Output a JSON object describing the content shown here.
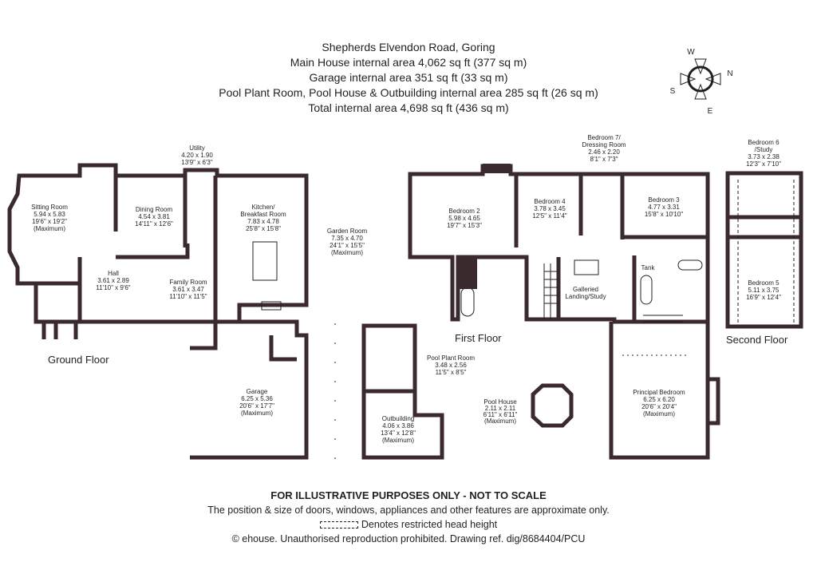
{
  "header": {
    "address": "Shepherds Elvendon Road, Goring",
    "main_area": "Main House internal area 4,062 sq ft (377 sq m)",
    "garage_area": "Garage internal area 351 sq ft (33 sq m)",
    "pool_area": "Pool Plant Room, Pool House & Outbuilding internal area 285 sq ft (26 sq m)",
    "total_area": "Total internal area 4,698 sq ft (436 sq m)"
  },
  "compass": {
    "w": "W",
    "n": "N",
    "s": "S",
    "e": "E"
  },
  "floors": {
    "ground": "Ground Floor",
    "first": "First Floor",
    "second": "Second Floor"
  },
  "rooms": {
    "sitting": [
      "Sitting Room",
      "5.94 x 5.83",
      "19'6\" x 19'2\"",
      "(Maximum)"
    ],
    "dining": [
      "Dining Room",
      "4.54 x 3.81",
      "14'11\" x 12'6\""
    ],
    "utility": [
      "Utility",
      "4.20 x 1.90",
      "13'9\" x 6'3\""
    ],
    "kitchen": [
      "Kitchen/",
      "Breakfast Room",
      "7.83 x 4.78",
      "25'8\" x 15'8\""
    ],
    "garden": [
      "Garden Room",
      "7.35 x 4.70",
      "24'1\" x 15'5\"",
      "(Maximum)"
    ],
    "hall": [
      "Hall",
      "3.61 x 2.89",
      "11'10\" x 9'6\""
    ],
    "family": [
      "Family Room",
      "3.61 x 3.47",
      "11'10\" x 11'5\""
    ],
    "garage": [
      "Garage",
      "6.25 x 5.36",
      "20'6\" x 17'7\"",
      "(Maximum)"
    ],
    "poolplant": [
      "Pool Plant Room",
      "3.48 x 2.56",
      "11'5\" x 8'5\""
    ],
    "outbuilding": [
      "Outbuilding",
      "4.06 x 3.86",
      "13'4\" x 12'8\"",
      "(Maximum)"
    ],
    "poolhouse": [
      "Pool House",
      "2.11 x 2.11",
      "6'11\" x 6'11\"",
      "(Maximum)"
    ],
    "bedroom2": [
      "Bedroom 2",
      "5.98 x 4.65",
      "19'7\" x 15'3\""
    ],
    "bedroom4": [
      "Bedroom 4",
      "3.78 x 3.45",
      "12'5\" x 11'4\""
    ],
    "bedroom7": [
      "Bedroom 7/",
      "Dressing Room",
      "2.46 x 2.20",
      "8'1\" x 7'3\""
    ],
    "bedroom3": [
      "Bedroom 3",
      "4.77 x 3.31",
      "15'8\" x 10'10\""
    ],
    "landing": [
      "Galleried",
      "Landing/Study"
    ],
    "tank": [
      "Tank"
    ],
    "principal": [
      "Principal Bedroom",
      "6.25 x 6.20",
      "20'6\" x 20'4\"",
      "(Maximum)"
    ],
    "bedroom6": [
      "Bedroom 6",
      "/Study",
      "3.73 x 2.38",
      "12'3\" x 7'10\""
    ],
    "bedroom5": [
      "Bedroom 5",
      "5.11 x 3.75",
      "16'9\" x 12'4\""
    ]
  },
  "footer": {
    "disclaimer": "FOR ILLUSTRATIVE PURPOSES ONLY - NOT TO SCALE",
    "note": "The position & size of doors, windows, appliances and other features are approximate only.",
    "legend": "Denotes restricted head height",
    "copyright": "© ehouse. Unauthorised reproduction prohibited. Drawing ref. dig/8684404/PCU"
  },
  "colors": {
    "wall": "#3a2a2e",
    "ink": "#231f20",
    "background": "#ffffff"
  }
}
